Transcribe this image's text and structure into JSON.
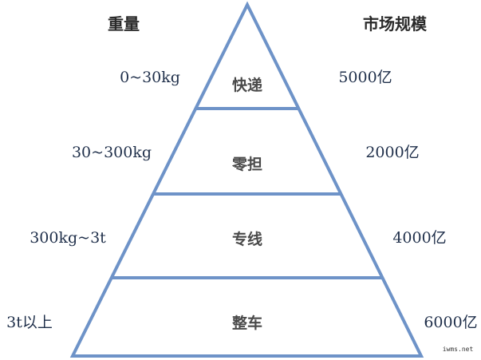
{
  "headers": {
    "weight": "重量",
    "market": "市场规模"
  },
  "levels": [
    {
      "name": "快递",
      "weight": "0~30kg",
      "market": "5000亿"
    },
    {
      "name": "零担",
      "weight": "30~300kg",
      "market": "2000亿"
    },
    {
      "name": "专线",
      "weight": "300kg~3t",
      "market": "4000亿"
    },
    {
      "name": "整车",
      "weight": "3t以上",
      "market": "6000亿"
    }
  ],
  "watermark": "iwms.net",
  "colors": {
    "pyramid_stroke": "#6e93c8",
    "text": "#1f2f4a"
  }
}
